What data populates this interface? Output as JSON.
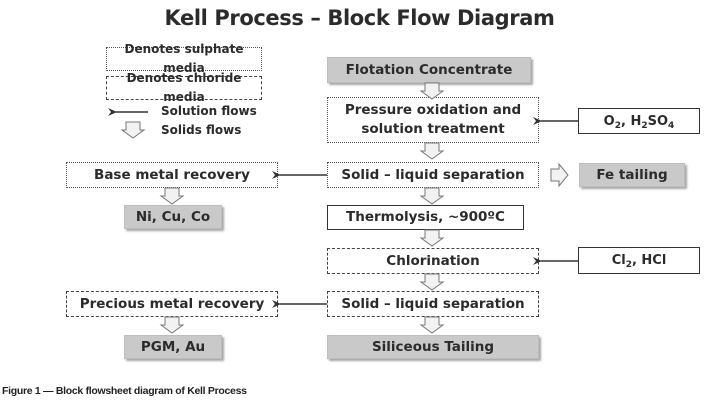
{
  "title": "Kell Process – Block Flow Diagram",
  "legend": {
    "sulphate_media": "Denotes sulphate media",
    "chloride_media": "Denotes chloride media",
    "solution_flows": "Solution flows",
    "solids_flows": "Solids flows"
  },
  "nodes": {
    "flotation_concentrate": "Flotation Concentrate",
    "pressure_oxidation_line1": "Pressure oxidation and",
    "pressure_oxidation_line2": "solution treatment",
    "reagents_pox": {
      "o": "O",
      "o_sub": "2",
      "sep": ", H",
      "h_sub": "2",
      "so": "SO",
      "so_sub": "4"
    },
    "solid_liquid_separation_1": "Solid – liquid separation",
    "fe_tailing": "Fe tailing",
    "base_metal_recovery": "Base metal recovery",
    "base_metals_product": "Ni, Cu, Co",
    "thermolysis": "Thermolysis, ~900ºC",
    "chlorination": "Chlorination",
    "reagents_chlorination": {
      "cl": "Cl",
      "cl_sub": "2",
      "rest": ", HCl"
    },
    "solid_liquid_separation_2": "Solid – liquid separation",
    "precious_metal_recovery": "Precious metal recovery",
    "precious_metals_product": "PGM, Au",
    "siliceous_tailing": "Siliceous Tailing"
  },
  "media": {
    "sulphate": [
      "pressure_oxidation",
      "solid_liquid_separation_1",
      "base_metal_recovery"
    ],
    "chloride": [
      "chlorination",
      "solid_liquid_separation_2",
      "precious_metal_recovery"
    ]
  },
  "caption": "Figure 1 — Block flowsheet diagram of Kell Process"
}
